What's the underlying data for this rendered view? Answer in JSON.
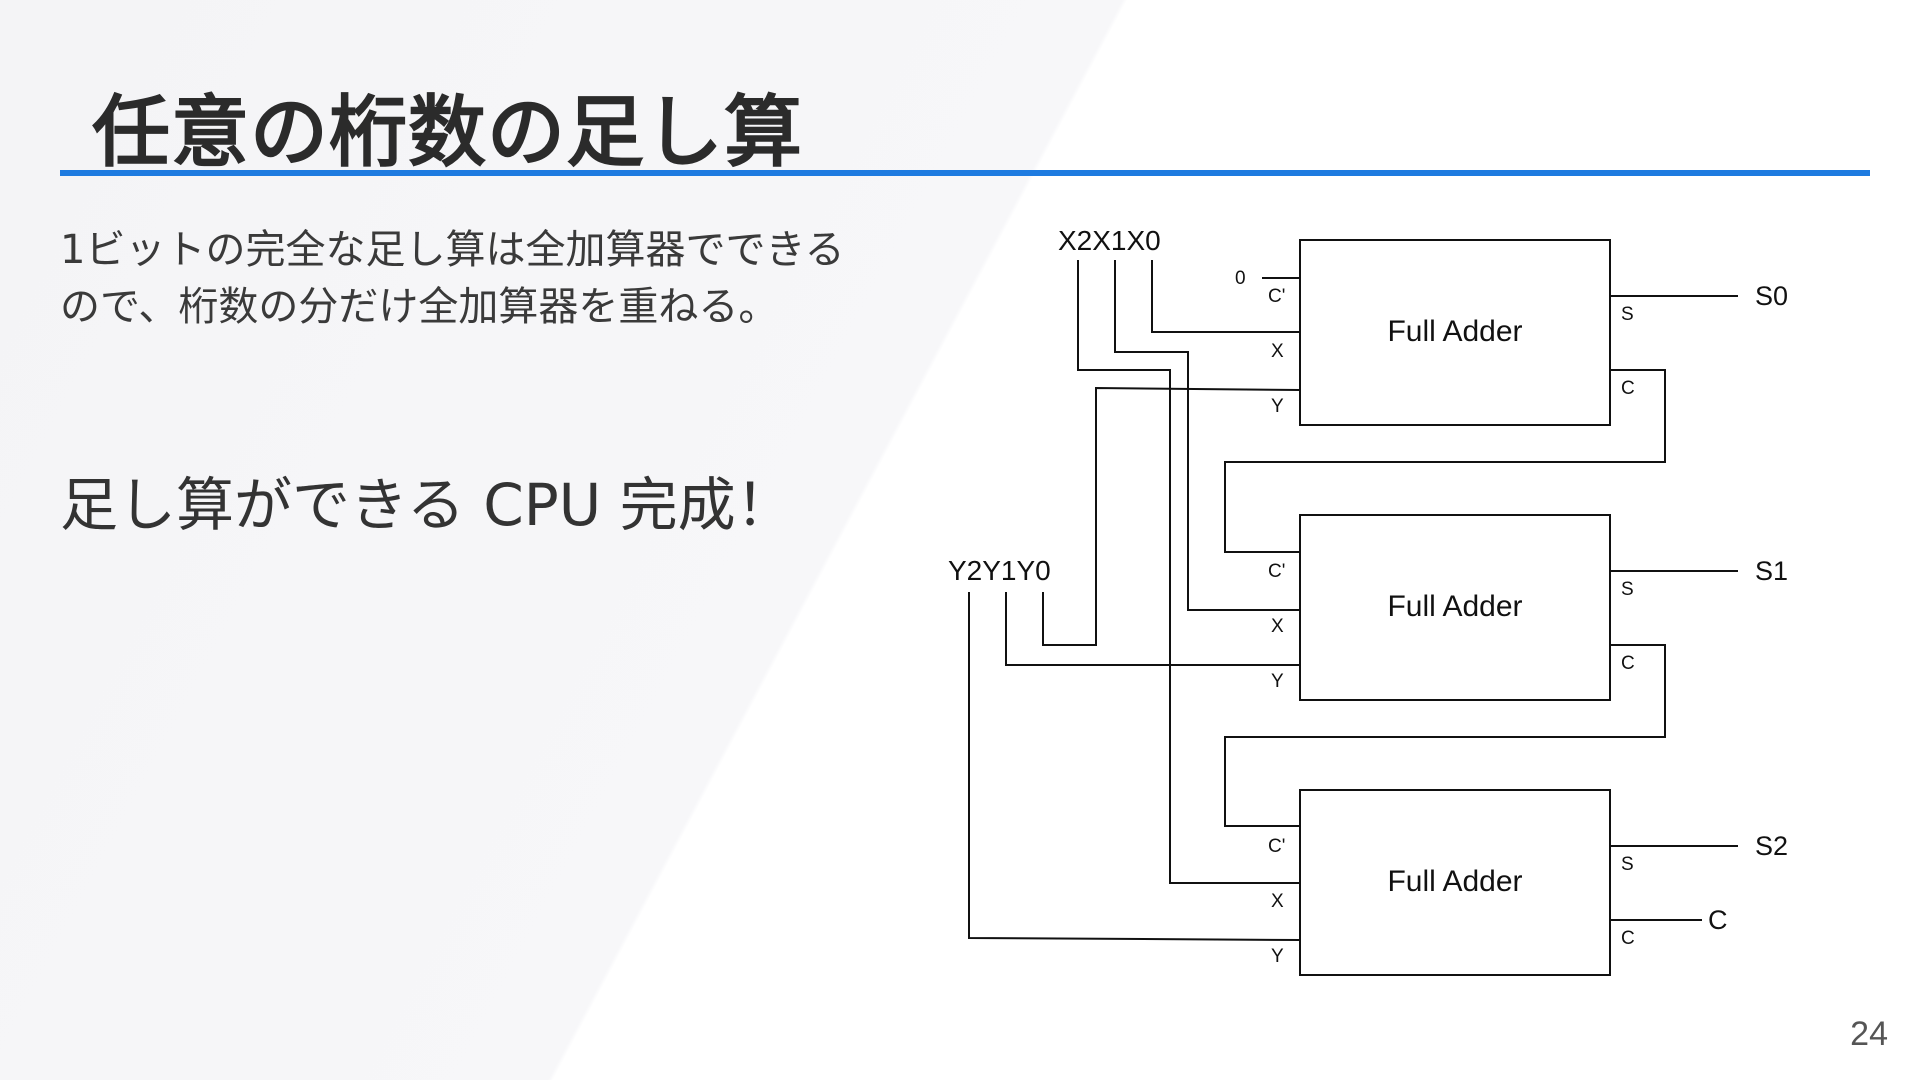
{
  "slide": {
    "title": "任意の桁数の足し算",
    "body_line1": "1ビットの完全な足し算は全加算器でできる",
    "body_line2": "ので、桁数の分だけ全加算器を重ねる。",
    "highlight": "足し算ができる CPU 完成！",
    "page_number": "24"
  },
  "diagram": {
    "x_inputs_label": "X2X1X0",
    "y_inputs_label": "Y2Y1Y0",
    "carry_in_value": "0",
    "adders": [
      {
        "name": "Full Adder",
        "cin": "C'",
        "x": "X",
        "y": "Y",
        "s": "S",
        "c": "C",
        "output": "S0"
      },
      {
        "name": "Full Adder",
        "cin": "C'",
        "x": "X",
        "y": "Y",
        "s": "S",
        "c": "C",
        "output": "S1"
      },
      {
        "name": "Full Adder",
        "cin": "C'",
        "x": "X",
        "y": "Y",
        "s": "S",
        "c": "C",
        "output": "S2"
      }
    ],
    "final_carry_label": "C"
  }
}
